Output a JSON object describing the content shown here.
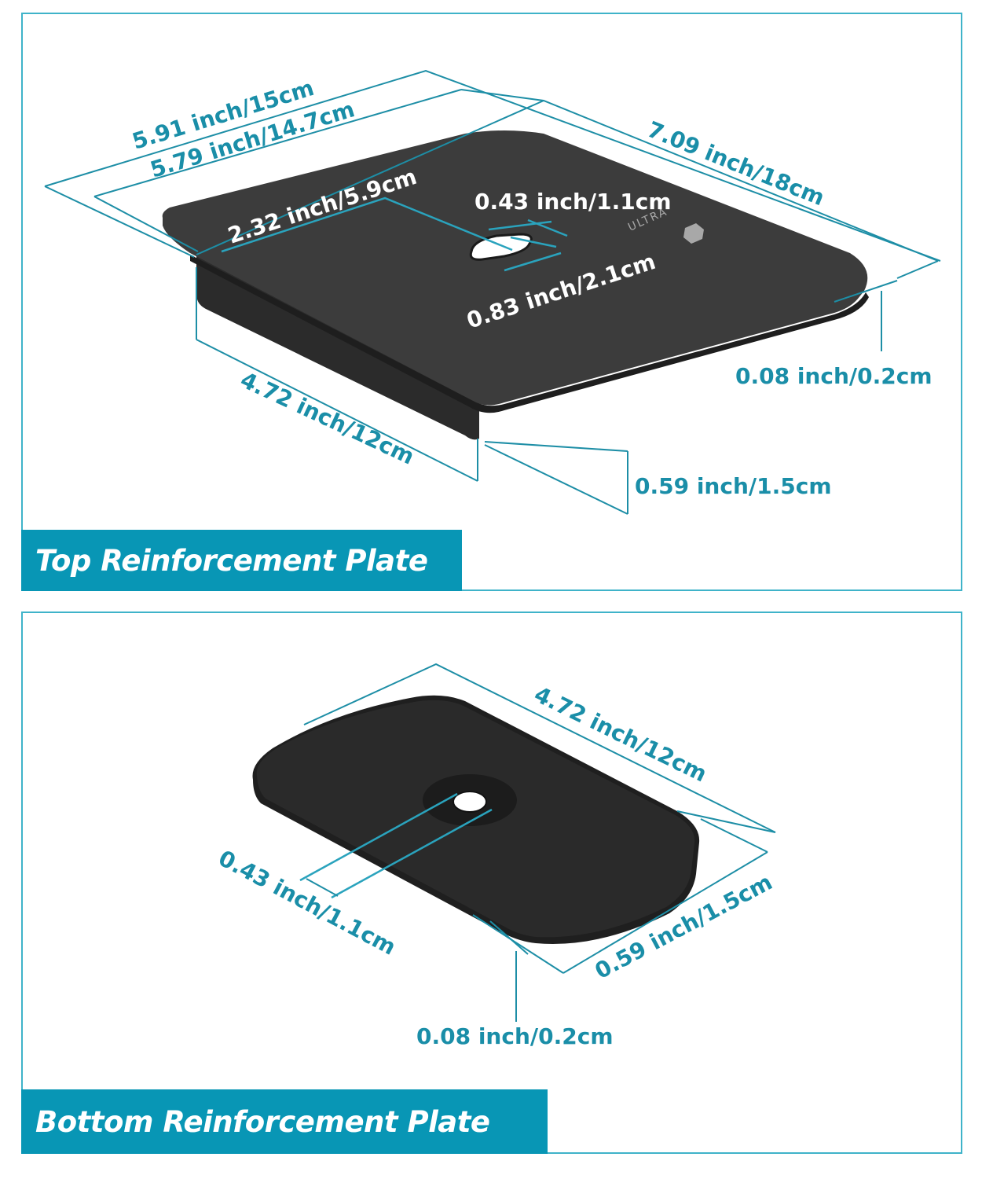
{
  "colors": {
    "accent": "#0896b5",
    "border": "#3fb3c9",
    "dimension_line": "#1d8ea6",
    "dimension_text": "#1a8ea8",
    "plate": "#3a3a3a",
    "background": "#ffffff"
  },
  "top_panel": {
    "title": "Top Reinforcement Plate",
    "logo_text": "ULTRA",
    "dimensions": {
      "outer_width": "5.91 inch/15cm",
      "inner_width": "5.79 inch/14.7cm",
      "length": "7.09 inch/18cm",
      "slot_offset": "2.32 inch/5.9cm",
      "slot_width": "0.43 inch/1.1cm",
      "slot_length": "0.83 inch/2.1cm",
      "thickness": "0.08 inch/0.2cm",
      "flange_length": "4.72 inch/12cm",
      "flange_height": "0.59 inch/1.5cm"
    }
  },
  "bottom_panel": {
    "title": "Bottom Reinforcement Plate",
    "dimensions": {
      "length": "4.72 inch/12cm",
      "width": "0.59 inch/1.5cm",
      "hole_diameter": "0.43 inch/1.1cm",
      "thickness": "0.08 inch/0.2cm"
    }
  }
}
